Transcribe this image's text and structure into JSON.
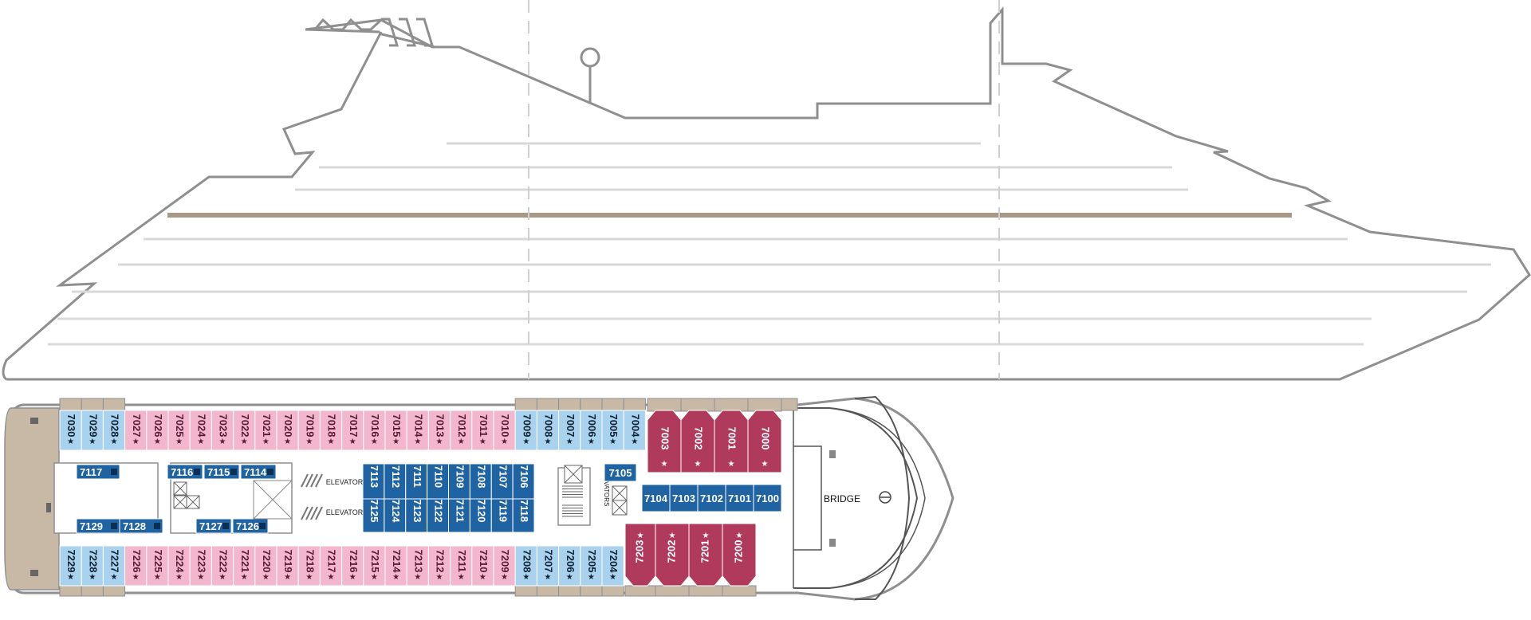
{
  "colors": {
    "outline": "#8f8f8f",
    "deck_line": "#d8d8d8",
    "dash_line": "#d0d0d0",
    "wood_stripe": "#a89886",
    "tan": "#c7b9a6",
    "veranda": "#a9d2ee",
    "pink_cabin": "#f2b7cc",
    "blue_cabin": "#1f63a3",
    "suite": "#b03a5c",
    "white": "#ffffff"
  },
  "labels": {
    "bridge": "BRIDGE",
    "elevator_top": "ELEVATOR",
    "elevator_bottom": "ELEVATOR",
    "elevators": "ELEVATORS"
  },
  "cabins": {
    "top_aft_veranda": [
      "7030",
      "7029",
      "7028"
    ],
    "top_pink": [
      "7027",
      "7026",
      "7025",
      "7024",
      "7023",
      "7022",
      "7021",
      "7020",
      "7019",
      "7018",
      "7017",
      "7016",
      "7015",
      "7014",
      "7013",
      "7012",
      "7011",
      "7010"
    ],
    "top_fwd_veranda": [
      "7009",
      "7008",
      "7007",
      "7006",
      "7005",
      "7004"
    ],
    "top_suites": [
      "7003",
      "7002",
      "7001",
      "7000"
    ],
    "bottom_aft_veranda": [
      "7229",
      "7228",
      "7227"
    ],
    "bottom_pink": [
      "7226",
      "7225",
      "7224",
      "7223",
      "7222",
      "7221",
      "7220",
      "7219",
      "7218",
      "7217",
      "7216",
      "7215",
      "7214",
      "7213",
      "7212",
      "7211",
      "7210",
      "7209"
    ],
    "bottom_fwd_veranda": [
      "7208",
      "7207",
      "7206",
      "7205",
      "7204"
    ],
    "bottom_suites": [
      "7203",
      "7202",
      "7201",
      "7200"
    ],
    "inner_top_row": [
      "7113",
      "7112",
      "7111",
      "7110",
      "7109",
      "7108",
      "7107",
      "7106"
    ],
    "inner_bottom_row": [
      "7125",
      "7124",
      "7123",
      "7122",
      "7121",
      "7120",
      "7119",
      "7118"
    ],
    "fwd_inner": [
      "7104",
      "7103",
      "7102",
      "7101",
      "7100"
    ],
    "single_7105": "7105",
    "aft_inner": [
      "7117",
      "7116",
      "7115",
      "7114",
      "7129",
      "7128",
      "7127",
      "7126"
    ]
  },
  "star": "★"
}
